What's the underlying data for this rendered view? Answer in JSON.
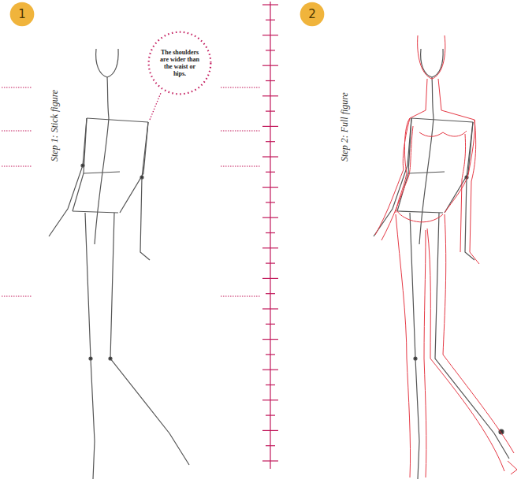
{
  "diagram": {
    "nodes": [
      {
        "text": [
          "1"
        ]
      },
      {
        "text": [
          "The shoulders are wider than the waist or hips."
        ]
      },
      {
        "text": [
          "2"
        ]
      }
    ],
    "labels": [
      "Step 1: Stick figure",
      "Step 2: Full figure"
    ]
  }
}
